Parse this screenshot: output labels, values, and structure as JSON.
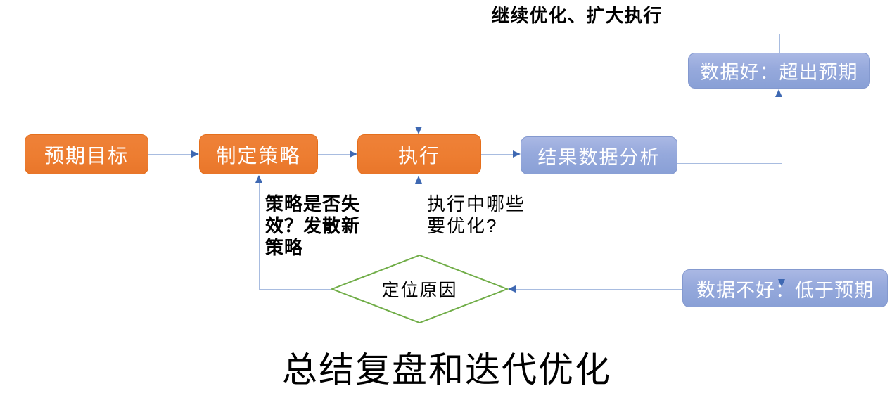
{
  "diagram": {
    "title": "总结复盘和迭代优化",
    "top_loop_label": "继续优化、扩大执行",
    "nodes": {
      "goal": "预期目标",
      "strategy": "制定策略",
      "execute": "执行",
      "analysis": "结果数据分析",
      "data_good": "数据好：超出预期",
      "data_bad": "数据不好：低于预期",
      "decision": "定位原因"
    },
    "annotations": {
      "strategy_note": "策略是否失\n效？发散新\n策略",
      "execute_note": "执行中哪些\n要优化?"
    },
    "colors": {
      "process_fill": "#ED7D31",
      "result_fill": "#96A9DC",
      "decision_stroke": "#70AD47",
      "connector_line": "#A8BCE0",
      "arrowhead": "#3E68B2",
      "text_on_node": "#FFFFFF",
      "text_annotation": "#000000"
    }
  }
}
